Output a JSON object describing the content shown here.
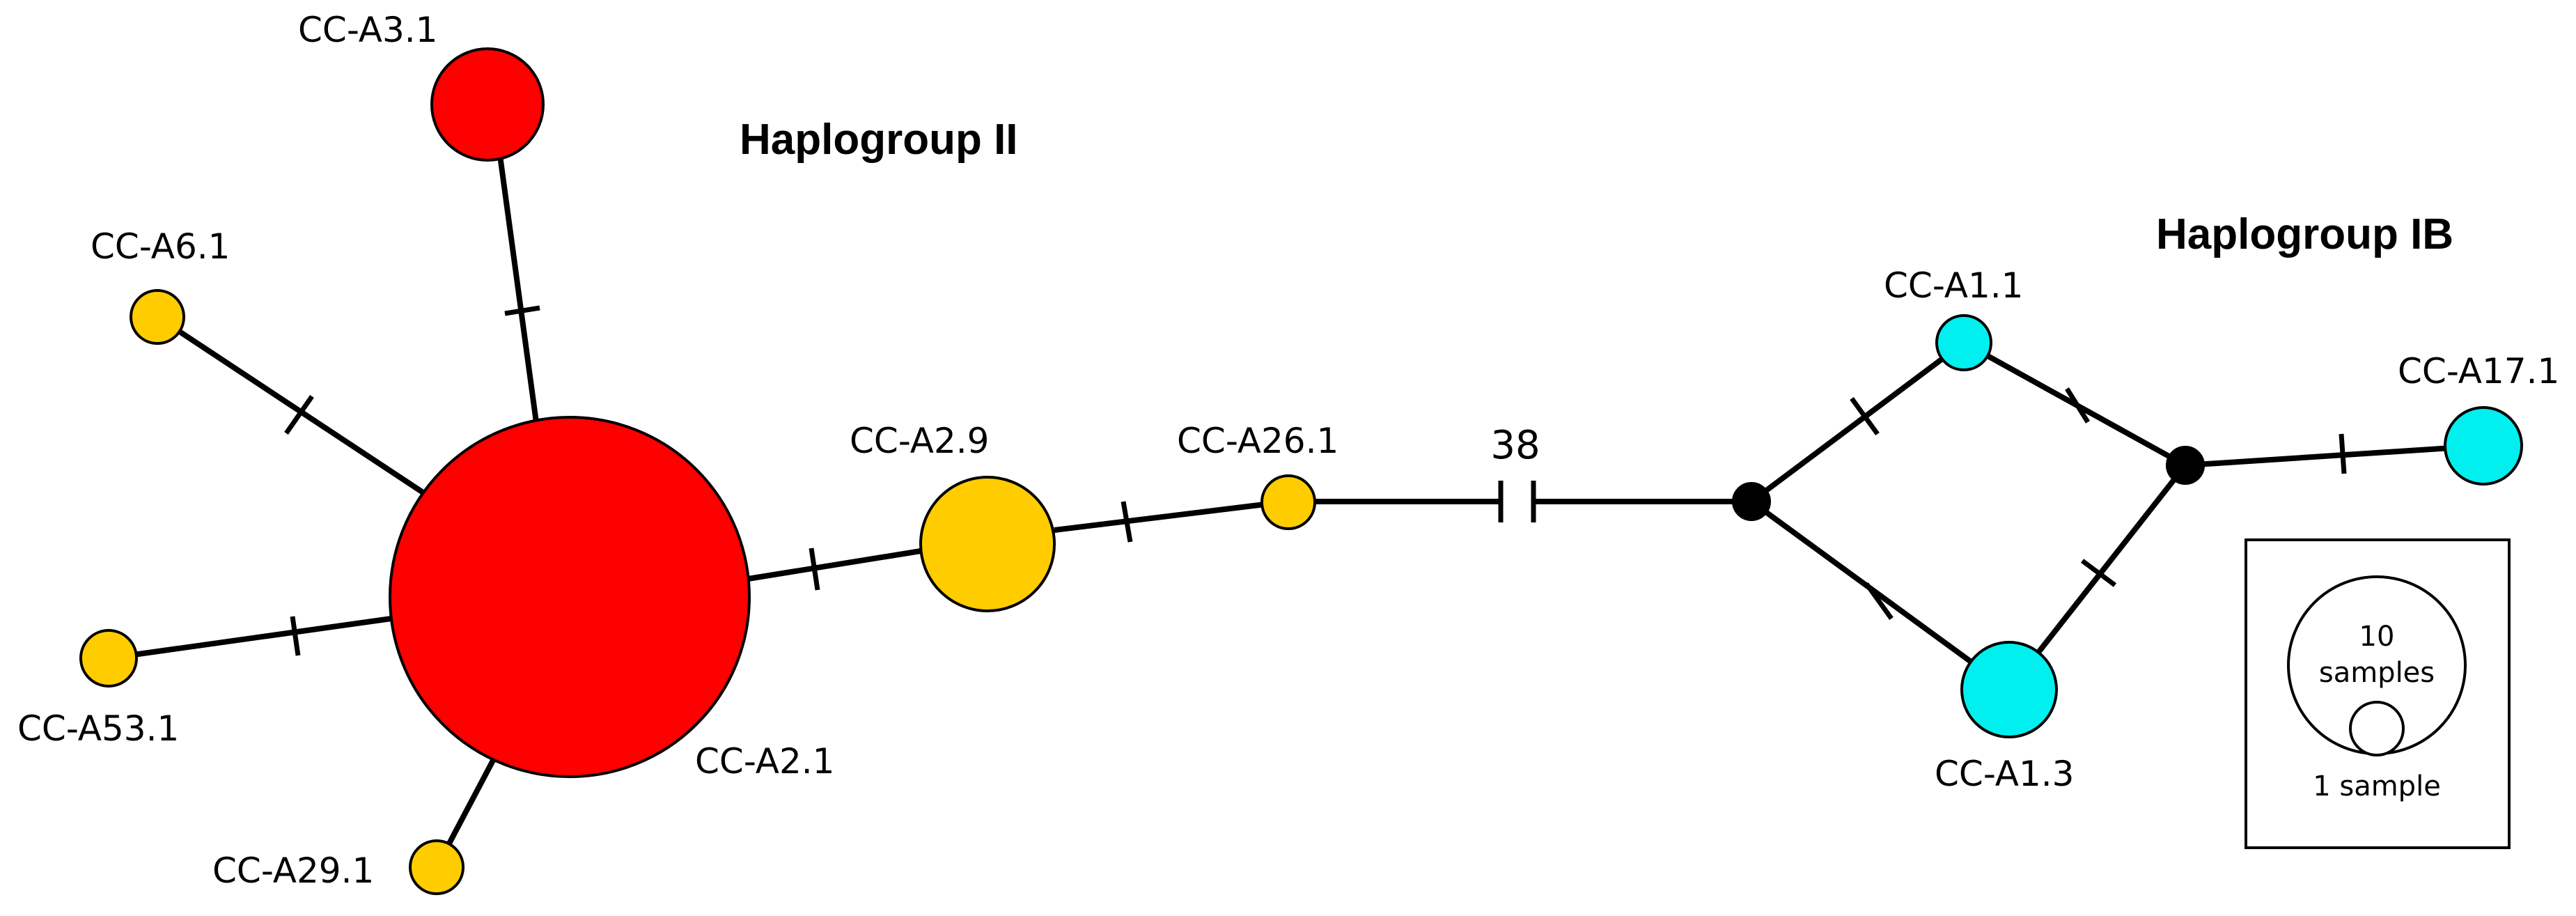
{
  "group_labels": {
    "haplogroup_ii": "Haplogroup II",
    "haplogroup_ib": "Haplogroup IB"
  },
  "colors": {
    "haplogroup_ii_main": "#ff0000",
    "haplogroup_ii_minor": "#ffcc00",
    "haplogroup_ib": "#00f0f0",
    "median_vector": "#000000"
  },
  "haplotypes": [
    {
      "id": "CC-A3.1",
      "label": "CC-A3.1",
      "color": "#ff0000"
    },
    {
      "id": "CC-A6.1",
      "label": "CC-A6.1",
      "color": "#ffcc00"
    },
    {
      "id": "CC-A2.1",
      "label": "CC-A2.1",
      "color": "#ff0000"
    },
    {
      "id": "CC-A53.1",
      "label": "CC-A53.1",
      "color": "#ffcc00"
    },
    {
      "id": "CC-A29.1",
      "label": "CC-A29.1",
      "color": "#ffcc00"
    },
    {
      "id": "CC-A2.9",
      "label": "CC-A2.9",
      "color": "#ffcc00"
    },
    {
      "id": "CC-A26.1",
      "label": "CC-A26.1",
      "color": "#ffcc00"
    },
    {
      "id": "CC-A1.1",
      "label": "CC-A1.1",
      "color": "#00f0f0"
    },
    {
      "id": "CC-A1.3",
      "label": "CC-A1.3",
      "color": "#00f0f0"
    },
    {
      "id": "CC-A17.1",
      "label": "CC-A17.1",
      "color": "#00f0f0"
    }
  ],
  "edges": [
    {
      "from": "CC-A2.1",
      "to": "CC-A3.1",
      "mutations": 1
    },
    {
      "from": "CC-A2.1",
      "to": "CC-A6.1",
      "mutations": 1
    },
    {
      "from": "CC-A2.1",
      "to": "CC-A53.1",
      "mutations": 1
    },
    {
      "from": "CC-A2.1",
      "to": "CC-A29.1",
      "mutations": 0
    },
    {
      "from": "CC-A2.1",
      "to": "CC-A2.9",
      "mutations": 1
    },
    {
      "from": "CC-A2.9",
      "to": "CC-A26.1",
      "mutations": 1
    },
    {
      "from": "CC-A26.1",
      "to": "median-1",
      "mutations": 38
    },
    {
      "from": "median-1",
      "to": "CC-A1.1",
      "mutations": 1
    },
    {
      "from": "median-1",
      "to": "CC-A1.3",
      "mutations": 1
    },
    {
      "from": "CC-A1.1",
      "to": "median-2",
      "mutations": 1
    },
    {
      "from": "CC-A1.3",
      "to": "median-2",
      "mutations": 1
    },
    {
      "from": "median-2",
      "to": "CC-A17.1",
      "mutations": 1
    }
  ],
  "long_branch_label": "38",
  "legend": {
    "large_label_line1": "10",
    "large_label_line2": "samples",
    "small_label": "1 sample"
  }
}
